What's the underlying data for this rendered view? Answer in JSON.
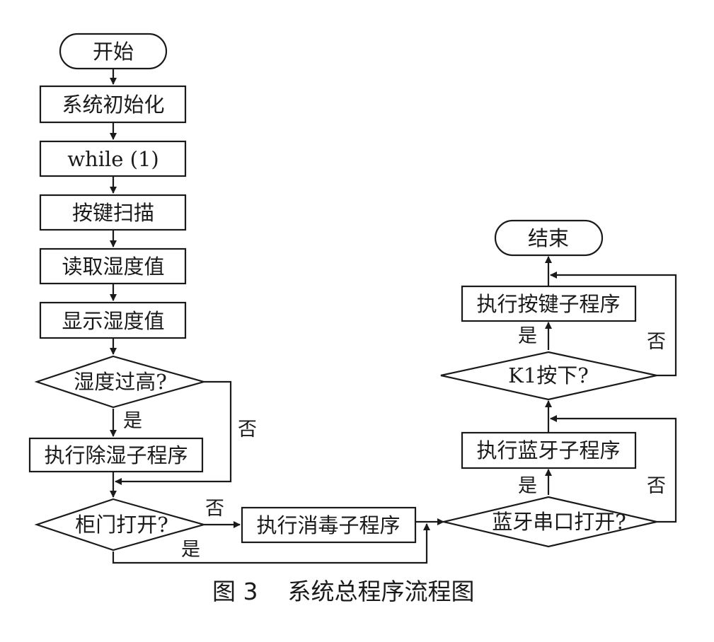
{
  "nodes": {
    "start": "开始",
    "init": "系统初始化",
    "loop": "while (1)",
    "key_scan": "按键扫描",
    "read_humidity": "读取湿度值",
    "show_humidity": "显示湿度值",
    "humidity_high": "湿度过高?",
    "dehumidify": "执行除湿子程序",
    "door_open": "柜门打开?",
    "disinfect": "执行消毒子程序",
    "bt_open": "蓝牙串口打开?",
    "bluetooth": "执行蓝牙子程序",
    "k1_pressed": "K1按下?",
    "key_routine": "执行按键子程序",
    "end": "结束"
  },
  "edge_labels": {
    "humidity_yes": "是",
    "humidity_no": "否",
    "door_no": "否",
    "door_yes": "是",
    "bt_yes": "是",
    "bt_no": "否",
    "k1_yes": "是",
    "k1_no": "否"
  },
  "caption": "图 3    系统总程序流程图"
}
